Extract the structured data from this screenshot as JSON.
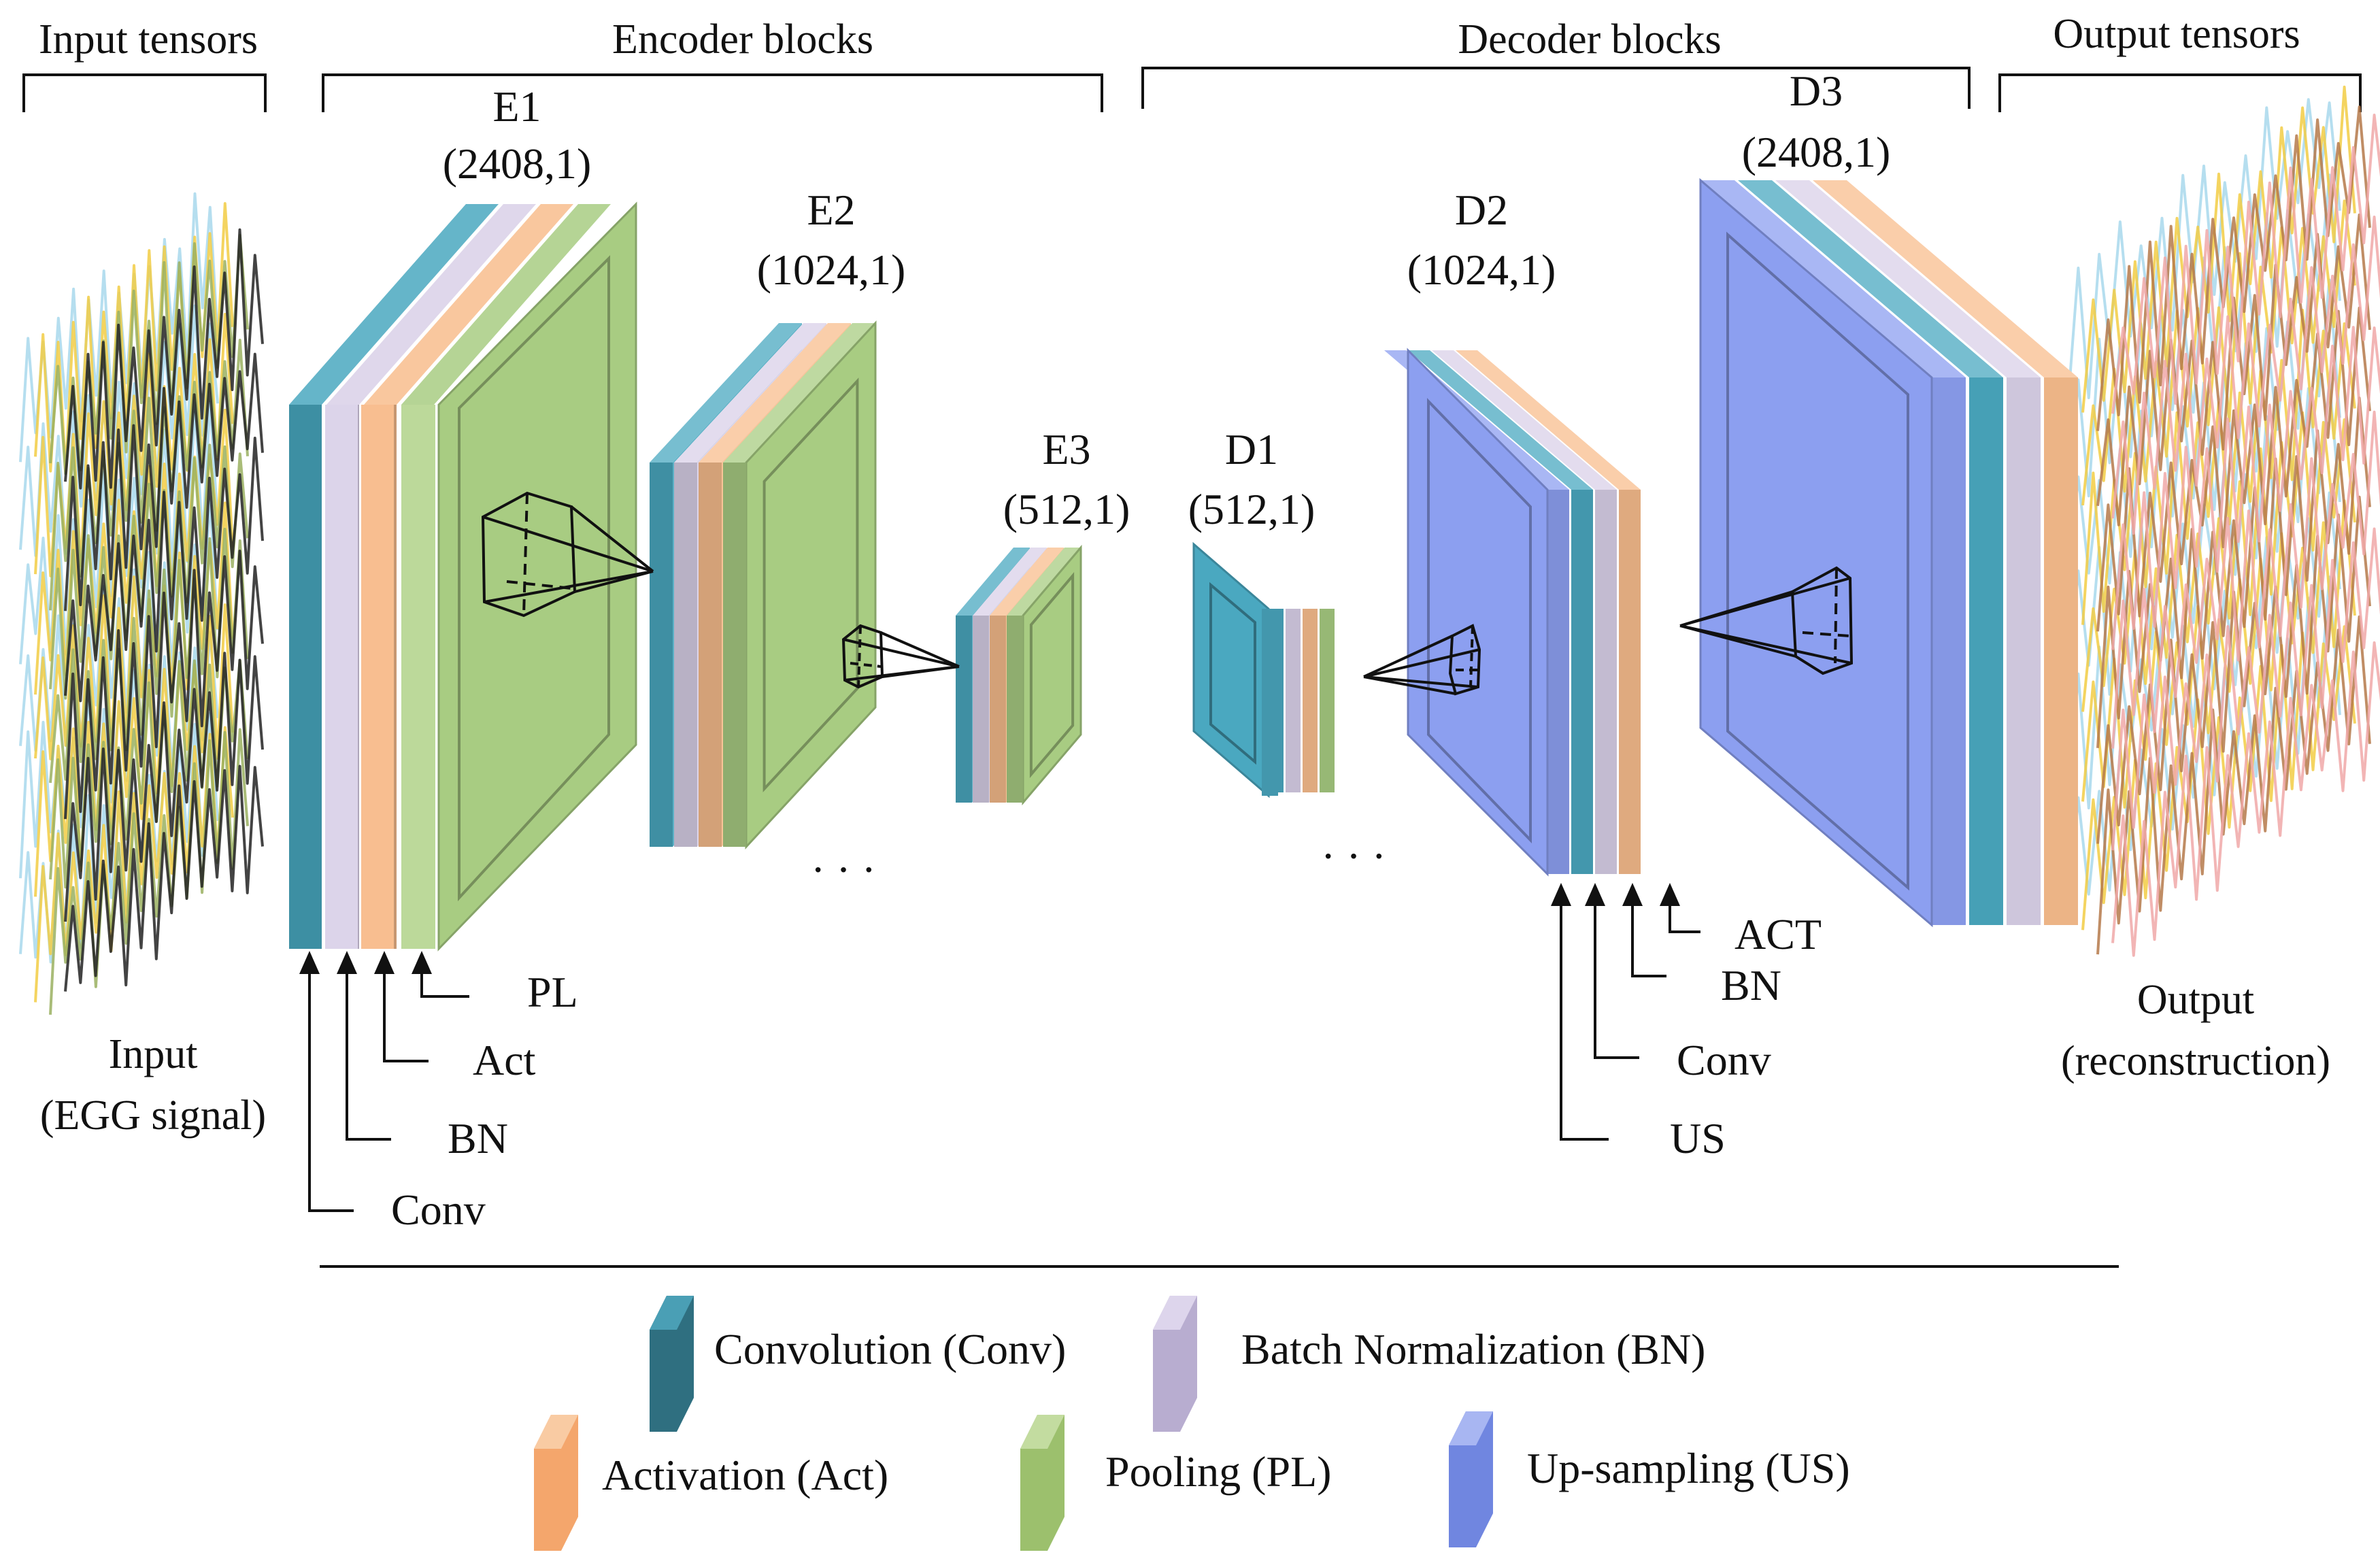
{
  "sections": {
    "input_tensors": "Input tensors",
    "encoder_blocks": "Encoder blocks",
    "decoder_blocks": "Decoder blocks",
    "output_tensors": "Output tensors"
  },
  "blocks": {
    "e1": {
      "name": "E1",
      "size": "(2408,1)"
    },
    "e2": {
      "name": "E2",
      "size": "(1024,1)"
    },
    "e3": {
      "name": "E3",
      "size": "(512,1)"
    },
    "d1": {
      "name": "D1",
      "size": "(512,1)"
    },
    "d2": {
      "name": "D2",
      "size": "(1024,1)"
    },
    "d3": {
      "name": "D3",
      "size": "(2408,1)"
    }
  },
  "encoder_layer_labels": {
    "pl": "PL",
    "act": "Act",
    "bn": "BN",
    "conv": "Conv"
  },
  "decoder_layer_labels": {
    "act": "ACT",
    "bn": "BN",
    "conv": "Conv",
    "us": "US"
  },
  "input_label": {
    "line1": "Input",
    "line2": "(EGG signal)"
  },
  "output_label": {
    "line1": "Output",
    "line2": "(reconstruction)"
  },
  "ellipsis": "· · ·",
  "legend": [
    {
      "key": "conv",
      "label": "Convolution (Conv)",
      "color": "#2e6f80"
    },
    {
      "key": "bn",
      "label": "Batch Normalization (BN)",
      "color": "#c9bedc"
    },
    {
      "key": "act",
      "label": "Activation (Act)",
      "color": "#f6b07f"
    },
    {
      "key": "pl",
      "label": "Pooling (PL)",
      "color": "#a9c97a"
    },
    {
      "key": "us",
      "label": "Up-sampling (US)",
      "color": "#7f95e8"
    }
  ],
  "colors": {
    "conv": "#4aa8c0",
    "conv_dark": "#2e8aa0",
    "bn": "#d9d0e8",
    "act": "#f8bd8d",
    "pool": "#a8cc82",
    "us": "#8c9ff0",
    "input_waves": [
      "#a8d8ec",
      "#f2cc44",
      "#9ab060",
      "#222222"
    ],
    "output_waves": [
      "#a8d8ec",
      "#f2cc44",
      "#b5794a",
      "#f0a8a8"
    ]
  }
}
